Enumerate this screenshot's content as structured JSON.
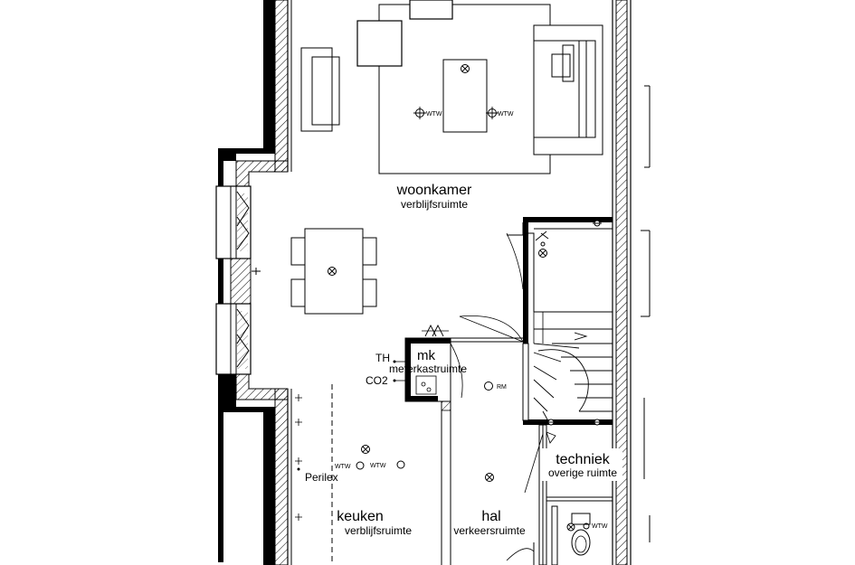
{
  "rooms": {
    "woonkamer": {
      "name": "woonkamer",
      "type": "verblijfsruimte"
    },
    "mk": {
      "name": "mk",
      "type": "meterkastruimte"
    },
    "keuken": {
      "name": "keuken",
      "type": "verblijfsruimte"
    },
    "hal": {
      "name": "hal",
      "type": "verkeersruimte"
    },
    "techniek": {
      "name": "techniek",
      "type": "overige ruimte"
    }
  },
  "symbols": {
    "wtw": "WTW",
    "rm": "RM",
    "th": "TH",
    "co2": "CO2",
    "perilex": "Perilex"
  }
}
